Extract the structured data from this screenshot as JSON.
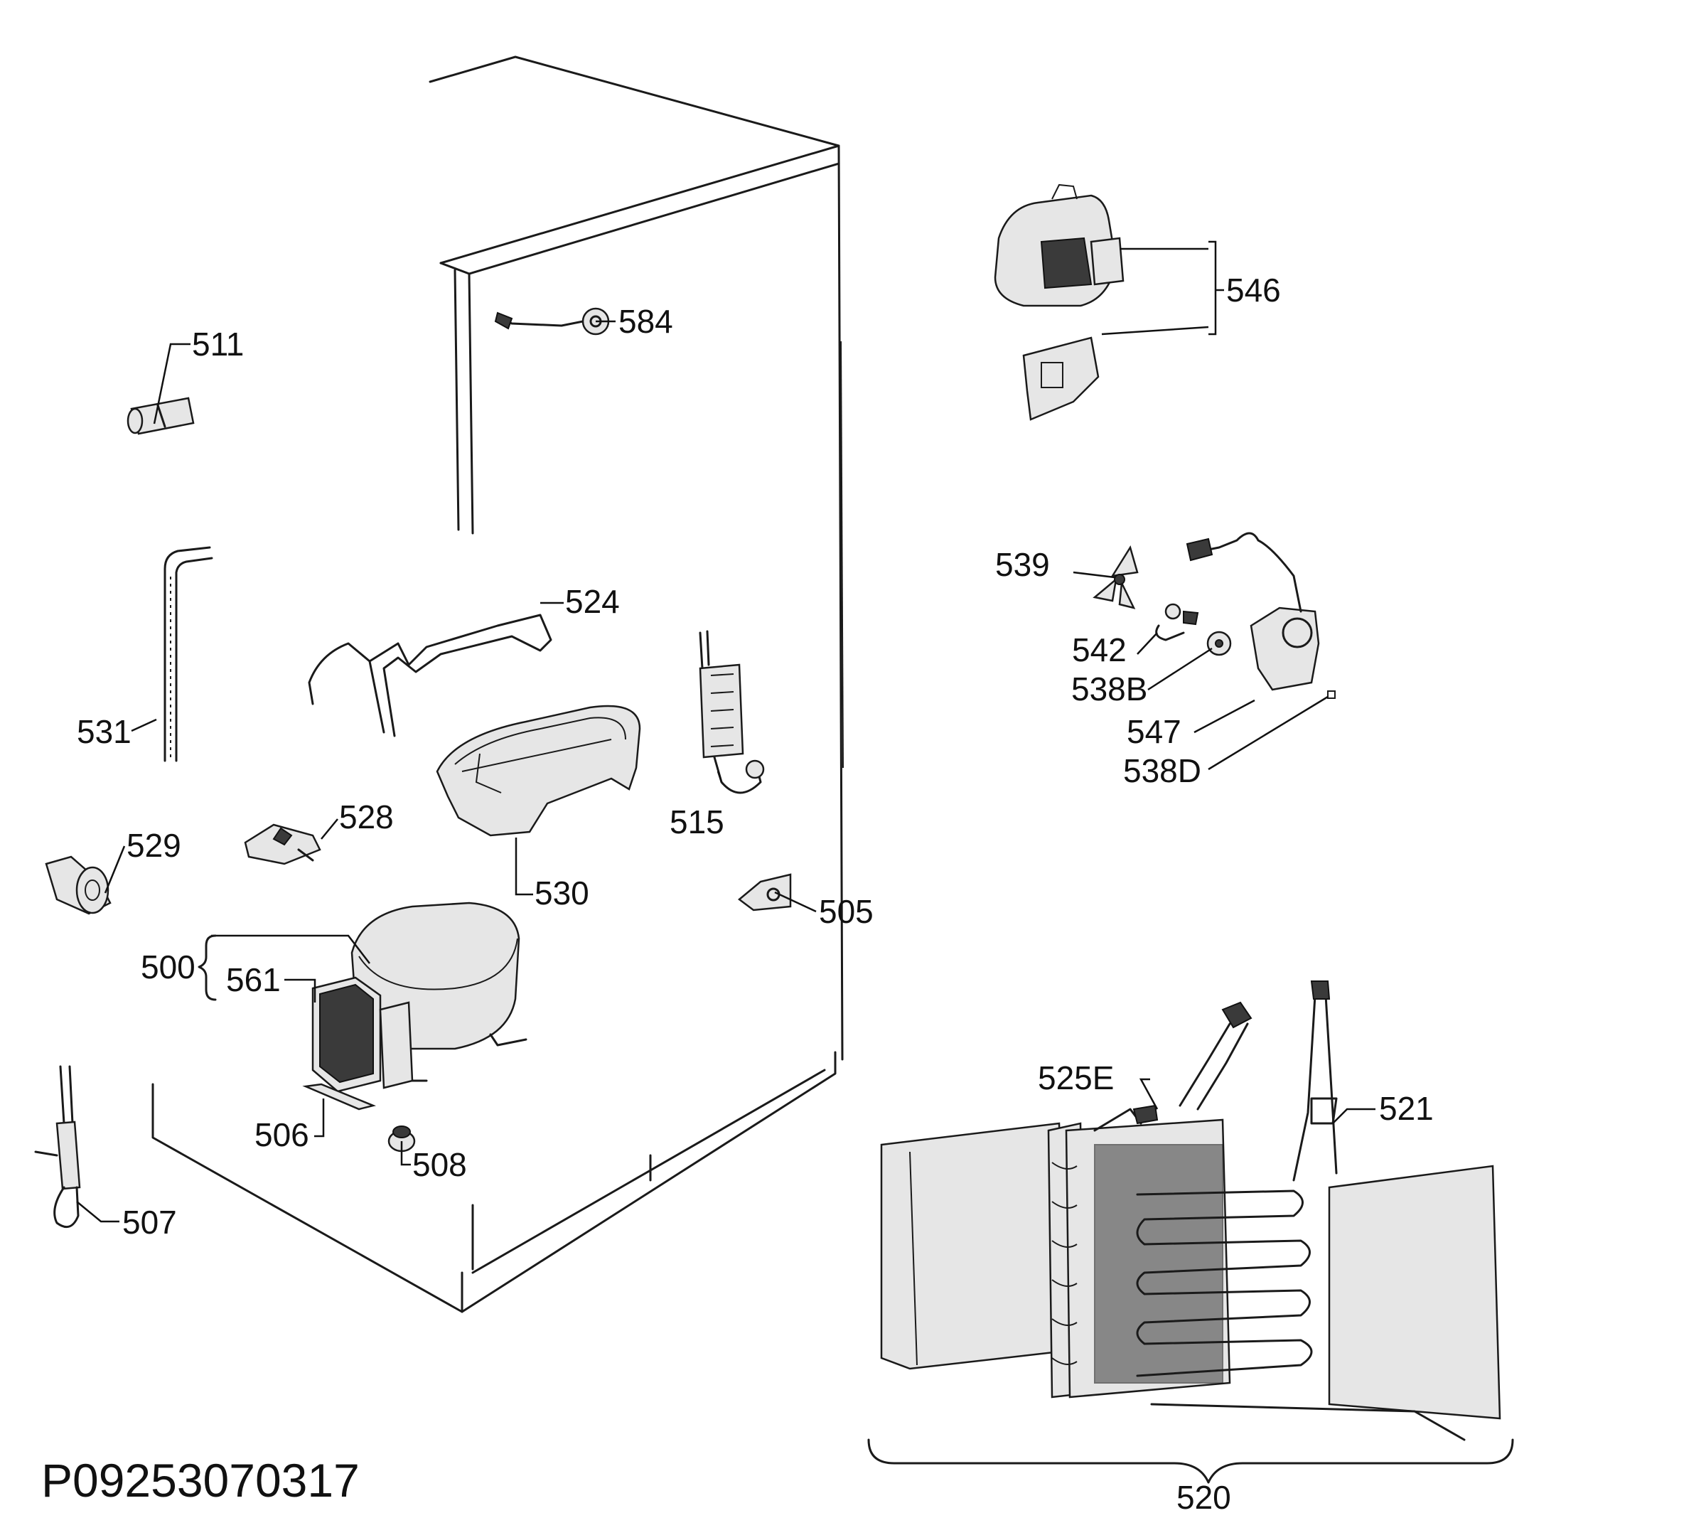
{
  "drawing_code": "P09253070317",
  "labels": {
    "l500": "500",
    "l505": "505",
    "l506": "506",
    "l507": "507",
    "l508": "508",
    "l511": "511",
    "l515": "515",
    "l520": "520",
    "l521": "521",
    "l524": "524",
    "l525E": "525E",
    "l528": "528",
    "l529": "529",
    "l530": "530",
    "l531": "531",
    "l538B": "538B",
    "l538D": "538D",
    "l539": "539",
    "l542": "542",
    "l546": "546",
    "l547": "547",
    "l561": "561",
    "l584": "584"
  }
}
